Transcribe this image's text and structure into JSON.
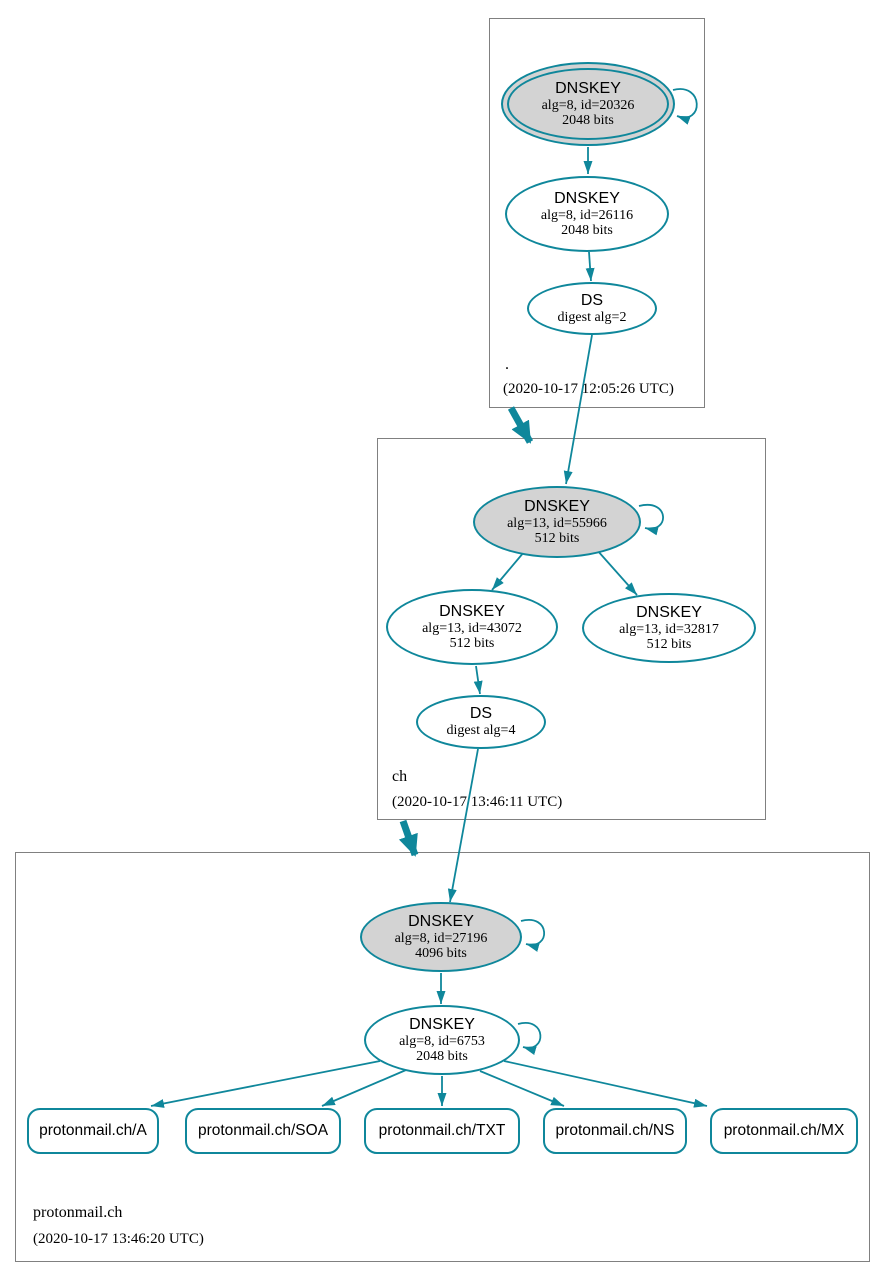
{
  "colors": {
    "accent": "#0f879b",
    "ksk_fill": "#d3d3d3",
    "box_border": "#808080"
  },
  "zones": [
    {
      "label": ".",
      "timestamp": "(2020-10-17 12:05:26 UTC)",
      "nodes": {
        "ksk": {
          "title": "DNSKEY",
          "detail": "alg=8, id=20326",
          "bits": "2048 bits"
        },
        "zsk": {
          "title": "DNSKEY",
          "detail": "alg=8, id=26116",
          "bits": "2048 bits"
        },
        "ds": {
          "title": "DS",
          "detail": "digest alg=2"
        }
      }
    },
    {
      "label": "ch",
      "timestamp": "(2020-10-17 13:46:11 UTC)",
      "nodes": {
        "ksk": {
          "title": "DNSKEY",
          "detail": "alg=13, id=55966",
          "bits": "512 bits"
        },
        "zsk1": {
          "title": "DNSKEY",
          "detail": "alg=13, id=43072",
          "bits": "512 bits"
        },
        "zsk2": {
          "title": "DNSKEY",
          "detail": "alg=13, id=32817",
          "bits": "512 bits"
        },
        "ds": {
          "title": "DS",
          "detail": "digest alg=4"
        }
      }
    },
    {
      "label": "protonmail.ch",
      "timestamp": "(2020-10-17 13:46:20 UTC)",
      "nodes": {
        "ksk": {
          "title": "DNSKEY",
          "detail": "alg=8, id=27196",
          "bits": "4096 bits"
        },
        "zsk": {
          "title": "DNSKEY",
          "detail": "alg=8, id=6753",
          "bits": "2048 bits"
        }
      },
      "rrsets": [
        "protonmail.ch/A",
        "protonmail.ch/SOA",
        "protonmail.ch/TXT",
        "protonmail.ch/NS",
        "protonmail.ch/MX"
      ]
    }
  ]
}
